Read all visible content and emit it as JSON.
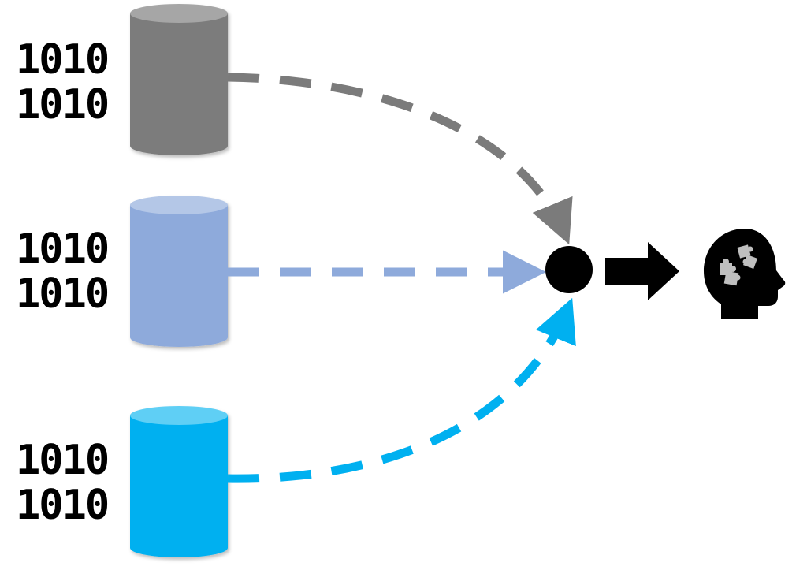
{
  "sources": [
    {
      "id": "source-gray",
      "label_lines": [
        "1010",
        "1010"
      ],
      "color": "#7b7b7b",
      "top_color": "#a6a6a6",
      "connector_color": "#7b7b7b"
    },
    {
      "id": "source-light-blue",
      "label_lines": [
        "1010",
        "1010"
      ],
      "color": "#8eaadb",
      "top_color": "#b4c7e7",
      "connector_color": "#8eaadb"
    },
    {
      "id": "source-cyan",
      "label_lines": [
        "1010",
        "1010"
      ],
      "color": "#00b0f0",
      "top_color": "#5ecff5",
      "connector_color": "#00b0f0"
    }
  ],
  "merge_node": {
    "color": "#000000"
  },
  "output_arrow": {
    "color": "#000000"
  },
  "target_icon": {
    "icon": "head-with-puzzle-pieces-icon",
    "color": "#000000",
    "puzzle_color": "#bfbfbf"
  }
}
